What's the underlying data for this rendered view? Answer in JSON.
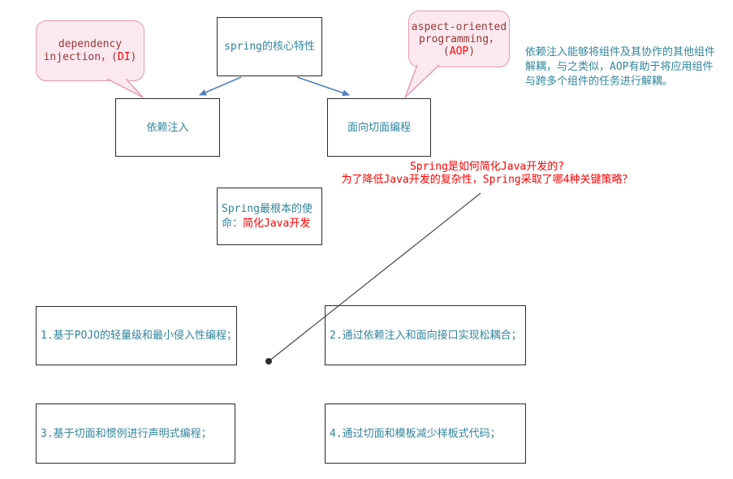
{
  "colors": {
    "teal_text": "#31849b",
    "red_text": "#ff0000",
    "maroon_text": "#953734",
    "callout_fill": "#fce9f0",
    "callout_border": "#e59ab5",
    "arrow_blue": "#4f81bd",
    "leader_line": "#4a4a4a",
    "box_border": "#2b2b2b"
  },
  "boxes": {
    "root": {
      "label": "spring的核心特性"
    },
    "di": {
      "label": "依赖注入"
    },
    "aop": {
      "label": "面向切面编程"
    },
    "mission": {
      "label_teal": "Spring最根本的使命：",
      "label_red": "简化Java开发"
    },
    "strategies": [
      {
        "label": "1.基于POJO的轻量级和最小侵入性编程；"
      },
      {
        "label": "2.通过依赖注入和面向接口实现松耦合；"
      },
      {
        "label": "3.基于切面和惯例进行声明式编程；"
      },
      {
        "label": "4.通过切面和模板减少样板式代码；"
      }
    ]
  },
  "callouts": {
    "di": {
      "line1": "dependency",
      "line2_pre": "injection，(",
      "highlight": "DI",
      "line2_post": ")"
    },
    "aop": {
      "line1": "aspect-oriented",
      "line2": "programming，",
      "line3_pre": "(",
      "highlight": "AOP",
      "line3_post": ")"
    }
  },
  "annotations": {
    "side_note": "依赖注入能够将组件及其协作的其他组件\n解耦，与之类似，AOP有助于将应用组件\n与跨多个组件的任务进行解耦。",
    "question": "Spring是如何简化Java开发的?\n为了降低Java开发的复杂性，Spring采取了哪4种关键策略？"
  }
}
